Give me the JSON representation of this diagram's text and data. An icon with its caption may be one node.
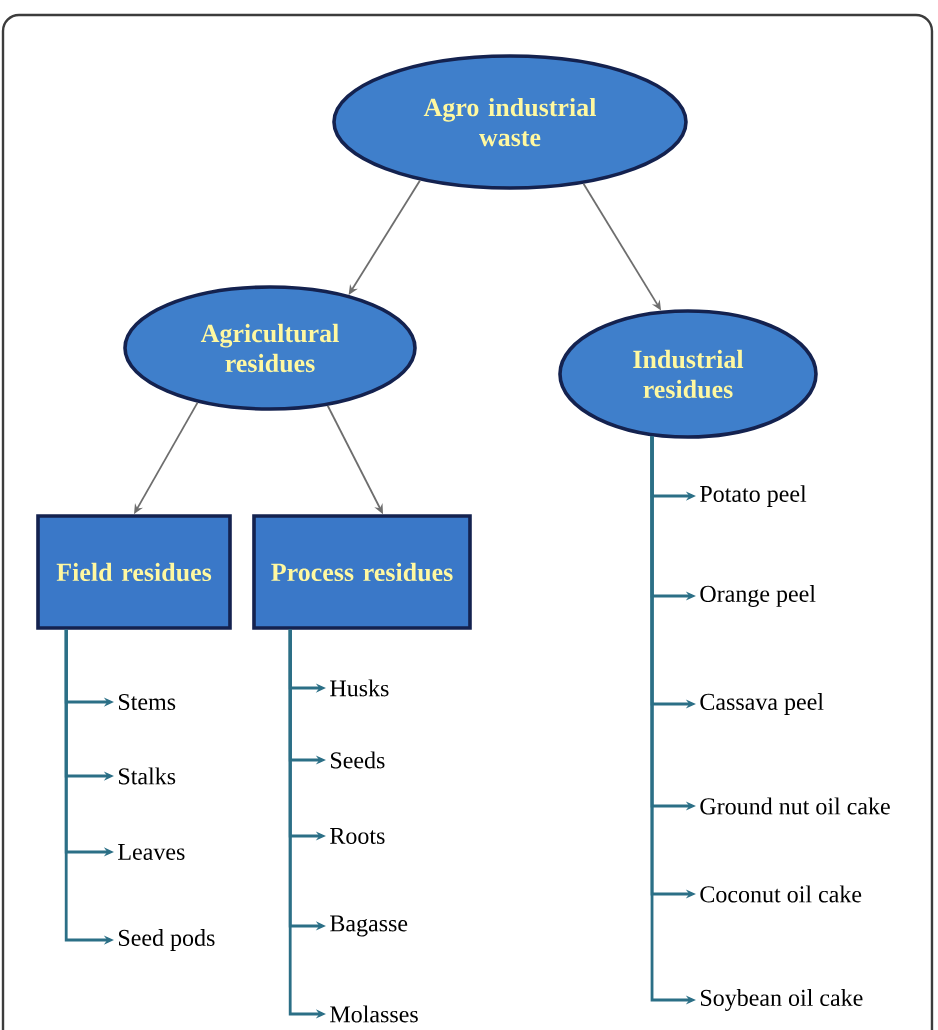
{
  "diagram": {
    "nodes": [
      {
        "text": [
          "Agro industrial waste"
        ]
      },
      {
        "text": [
          "Agricultural residues"
        ]
      },
      {
        "text": [
          "Industrial residues"
        ]
      },
      {
        "text": [
          "Field residues"
        ]
      },
      {
        "text": [
          "Process residues"
        ]
      },
      {
        "text": [
          "Stems"
        ]
      },
      {
        "text": [
          "Stalks"
        ]
      },
      {
        "text": [
          "Leaves"
        ]
      },
      {
        "text": [
          "Seed pods"
        ]
      },
      {
        "text": [
          "Husks"
        ]
      },
      {
        "text": [
          "Seeds"
        ]
      },
      {
        "text": [
          "Roots"
        ]
      },
      {
        "text": [
          "Bagasse"
        ]
      },
      {
        "text": [
          "Molasses"
        ]
      },
      {
        "text": [
          "Potato peel"
        ]
      },
      {
        "text": [
          "Orange peel"
        ]
      },
      {
        "text": [
          "Cassava peel"
        ]
      },
      {
        "text": [
          "Ground nut oil cake"
        ]
      },
      {
        "text": [
          "Coconut oil cake"
        ]
      },
      {
        "text": [
          "Soybean oil cake"
        ]
      }
    ],
    "edges": [
      {
        "from": 0,
        "to": 1,
        "arrow": "to",
        "color": "#6e6e6e"
      },
      {
        "from": 0,
        "to": 2,
        "arrow": "to",
        "color": "#6e6e6e"
      },
      {
        "from": 1,
        "to": 3,
        "arrow": "to",
        "color": "#6e6e6e"
      },
      {
        "from": 1,
        "to": 4,
        "arrow": "to",
        "color": "#6e6e6e"
      },
      {
        "from": 3,
        "to": 5,
        "arrow": "to"
      },
      {
        "from": 3,
        "to": 6,
        "arrow": "to"
      },
      {
        "from": 3,
        "to": 7,
        "arrow": "to"
      },
      {
        "from": 3,
        "to": 8,
        "arrow": "to"
      },
      {
        "from": 4,
        "to": 9,
        "arrow": "to"
      },
      {
        "from": 4,
        "to": 10,
        "arrow": "to"
      },
      {
        "from": 4,
        "to": 11,
        "arrow": "to"
      },
      {
        "from": 4,
        "to": 12,
        "arrow": "to"
      },
      {
        "from": 4,
        "to": 13,
        "arrow": "to"
      },
      {
        "from": 2,
        "to": 14,
        "arrow": "to"
      },
      {
        "from": 2,
        "to": 15,
        "arrow": "to"
      },
      {
        "from": 2,
        "to": 16,
        "arrow": "to"
      },
      {
        "from": 2,
        "to": 17,
        "arrow": "to"
      },
      {
        "from": 2,
        "to": 18,
        "arrow": "to"
      },
      {
        "from": 2,
        "to": 19,
        "arrow": "to"
      }
    ]
  }
}
